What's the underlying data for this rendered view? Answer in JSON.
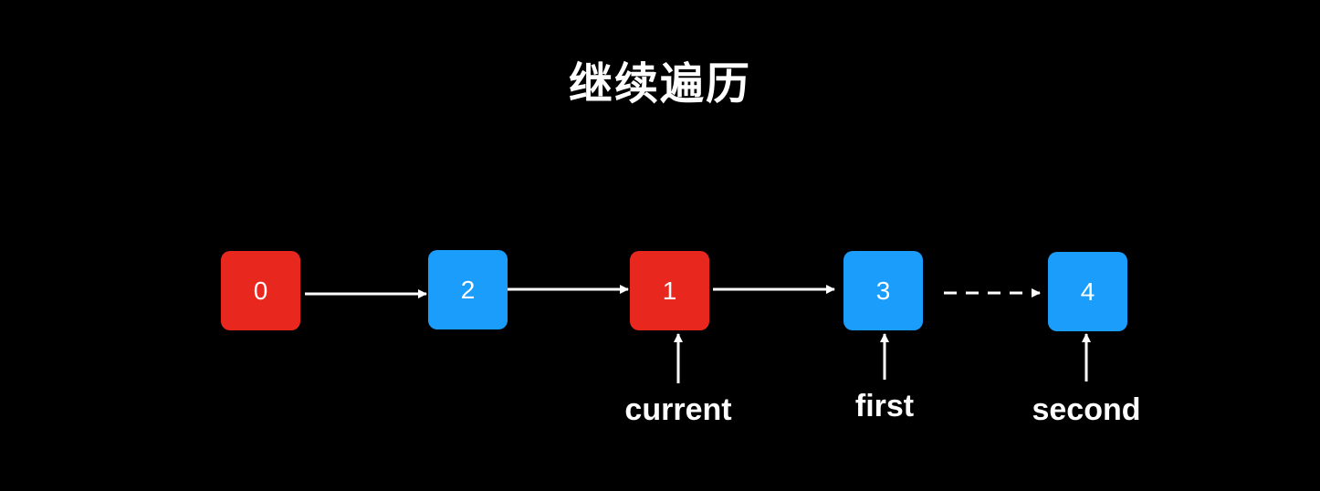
{
  "title": "继续遍历",
  "colors": {
    "background": "#000000",
    "red_node": "#e8281f",
    "blue_node": "#1a9dfb",
    "line": "#ffffff"
  },
  "nodes": [
    {
      "id": "n0",
      "value": "0",
      "color": "red"
    },
    {
      "id": "n2",
      "value": "2",
      "color": "blue"
    },
    {
      "id": "n1",
      "value": "1",
      "color": "red"
    },
    {
      "id": "n3",
      "value": "3",
      "color": "blue"
    },
    {
      "id": "n4",
      "value": "4",
      "color": "blue"
    }
  ],
  "links": [
    {
      "from": "n0",
      "to": "n2",
      "style": "solid"
    },
    {
      "from": "n2",
      "to": "n1",
      "style": "solid"
    },
    {
      "from": "n1",
      "to": "n3",
      "style": "solid"
    },
    {
      "from": "n3",
      "to": "n4",
      "style": "dashed"
    }
  ],
  "pointers": [
    {
      "name": "current",
      "target": "n1"
    },
    {
      "name": "first",
      "target": "n3"
    },
    {
      "name": "second",
      "target": "n4"
    }
  ]
}
